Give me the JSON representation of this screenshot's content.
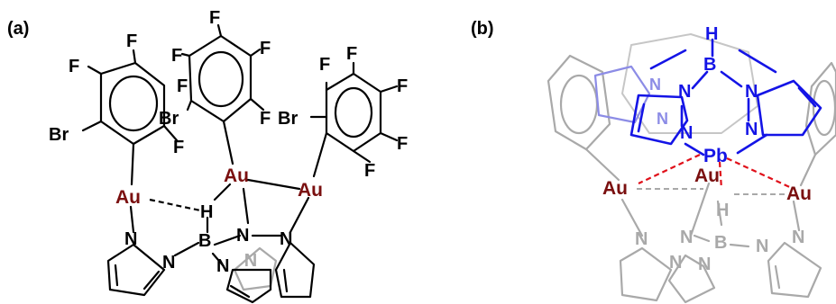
{
  "panels": {
    "a": {
      "label": "(a)"
    },
    "b": {
      "label": "(b)"
    }
  },
  "atoms": {
    "F": "F",
    "Br": "Br",
    "Au": "Au",
    "H": "H",
    "N": "N",
    "B": "B",
    "Pb": "Pb"
  },
  "colors": {
    "gold": "#7a0f0f",
    "blue": "#1414e6",
    "red_dash": "#e0101a",
    "gray": "#a9a9a9",
    "black": "#000000"
  }
}
